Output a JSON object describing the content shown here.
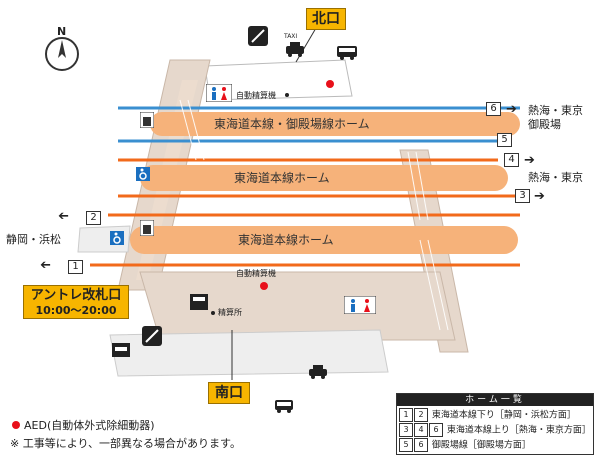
{
  "compass": {
    "letter": "N"
  },
  "exits": {
    "north": "北口",
    "south": "南口",
    "antre": "アントレ改札口",
    "antre_hours": "10:00〜20:00"
  },
  "platforms": [
    {
      "label": "東海道本線・御殿場線ホーム"
    },
    {
      "label": "東海道本線ホーム"
    },
    {
      "label": "東海道本線ホーム"
    }
  ],
  "tracks": [
    "1",
    "2",
    "3",
    "4",
    "5",
    "6"
  ],
  "destinations": {
    "left_upper": "静岡・浜松",
    "right_top": "熱海・東京",
    "right_top_2": "御殿場",
    "right_mid": "熱海・東京"
  },
  "labels": {
    "ticket_machine_north": "自動精算機",
    "ticket_machine_south": "自動精算機",
    "fare_office": "精算所",
    "taxi": "TAXI"
  },
  "notes": {
    "aed": "AED(自動体外式除細動器)",
    "construction": "※ 工事等により、一部異なる場合があります。"
  },
  "legend": {
    "title": "ホーム一覧",
    "rows": [
      {
        "nums": [
          "1",
          "2"
        ],
        "text": "東海道本線下り［静岡・浜松方面］"
      },
      {
        "nums": [
          "3",
          "4",
          "6"
        ],
        "text": "東海道本線上り［熱海・東京方面］"
      },
      {
        "nums": [
          "5",
          "6"
        ],
        "text": "御殿場線［御殿場方面］"
      }
    ]
  },
  "colors": {
    "platform": "#f6b27a",
    "track_orange": "#f26a1b",
    "track_blue": "#3a8fd0",
    "concourse": "#e8dcd0",
    "exit_yellow": "#f7b500",
    "aed_red": "#e8101a"
  }
}
